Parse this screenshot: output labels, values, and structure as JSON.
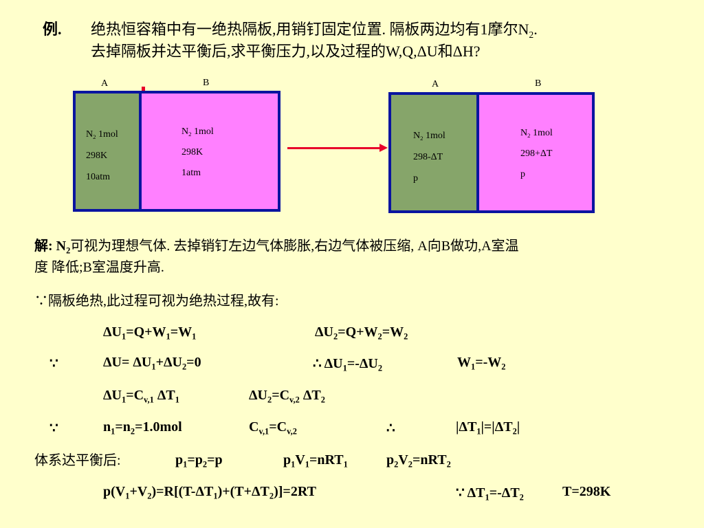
{
  "problem": {
    "label": "例.",
    "line1_text": "绝热恒容箱中有一绝热隔板,用销钉固定位置. 隔板两边均有1摩尔N",
    "line1_sub": "2",
    "line1_end": ".",
    "line2_text": "去掉隔板并达平衡后,求平衡压力,以及过程的W,Q,ΔU和ΔH?"
  },
  "diagram_left": {
    "label_a": "A",
    "label_b": "B",
    "chamber_a": {
      "gas": "N",
      "gas_sub": "2",
      "moles": " 1mol",
      "temp": "298K",
      "pressure": "10atm"
    },
    "chamber_b": {
      "gas": "N",
      "gas_sub": "2",
      "moles": " 1mol",
      "temp": "298K",
      "pressure": "1atm"
    }
  },
  "diagram_right": {
    "label_a": "A",
    "label_b": "B",
    "chamber_a": {
      "gas": "N",
      "gas_sub": "2",
      "moles": " 1mol",
      "temp": "298-ΔT",
      "pressure": "p"
    },
    "chamber_b": {
      "gas": "N",
      "gas_sub": "2",
      "moles": " 1mol",
      "temp": "298+ΔT",
      "pressure": "p"
    }
  },
  "solution": {
    "s1_a": "解: N",
    "s1_sub": "2",
    "s1_b": "可视为理想气体. 去掉销钉左边气体膨胀,右边气体被压缩, A向B做功,A室温",
    "s2": "度 降低;B室温度升高.",
    "s3": "∵隔板绝热,此过程可视为绝热过程,故有:",
    "equilibrium_label": "体系达平衡后:"
  },
  "symbols": {
    "because": "∵",
    "therefore": "∴"
  }
}
